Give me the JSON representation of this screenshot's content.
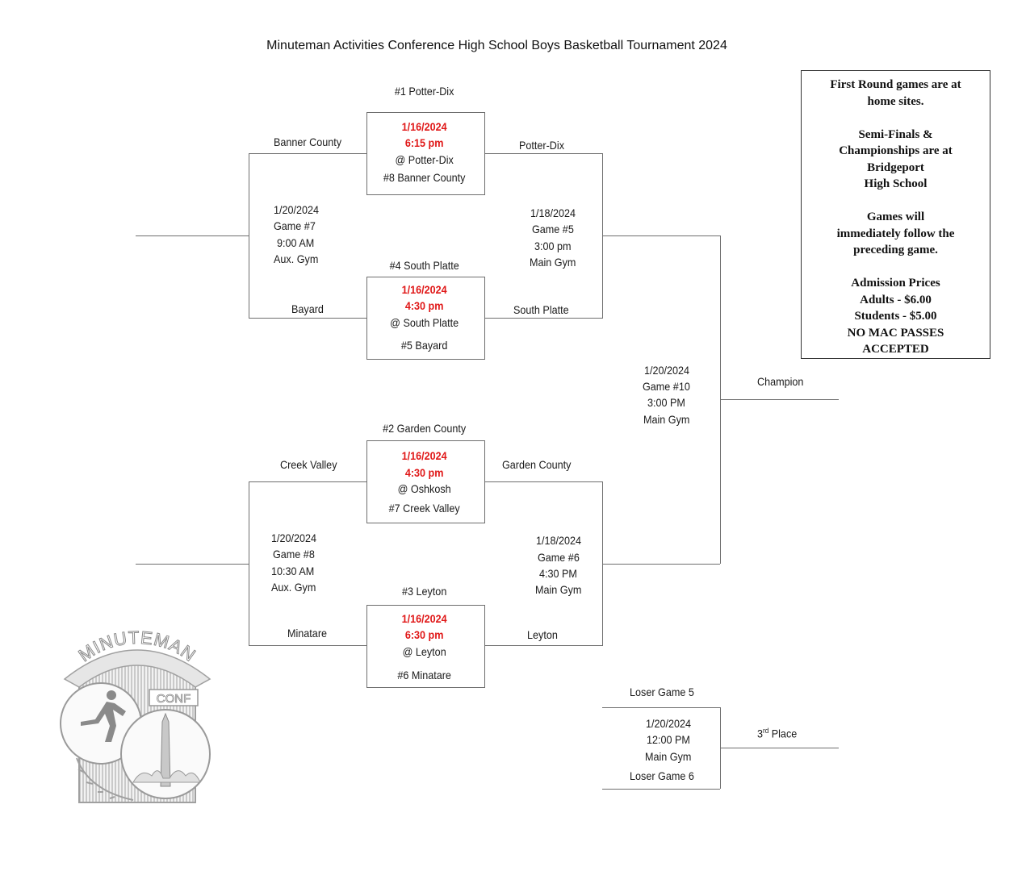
{
  "title": "Minuteman Activities Conference High School Boys Basketball Tournament 2024",
  "info_box": [
    "First Round games are at",
    "home sites.",
    "",
    "Semi-Finals &",
    "Championships are at",
    "Bridgeport",
    "High School",
    "",
    "Games will",
    "immediately follow the",
    "preceding game.",
    "",
    "Admission Prices",
    "Adults  - $6.00",
    "Students - $5.00",
    "NO MAC PASSES",
    "ACCEPTED"
  ],
  "first_round": [
    {
      "seed_top": "#1 Potter-Dix",
      "date": "1/16/2024",
      "time": "6:15 pm",
      "site": "@ Potter-Dix",
      "seed_bottom": "#8 Banner County",
      "left_team": "Banner County",
      "right_team": "Potter-Dix"
    },
    {
      "seed_top": "#4 South Platte",
      "date": "1/16/2024",
      "time": "4:30 pm",
      "site": "@ South Platte",
      "seed_bottom": "#5 Bayard",
      "left_team": "Bayard",
      "right_team": "South Platte"
    },
    {
      "seed_top": "#2 Garden County",
      "date": "1/16/2024",
      "time": "4:30 pm",
      "site": "@ Oshkosh",
      "seed_bottom": "#7 Creek Valley",
      "left_team": "Creek Valley",
      "right_team": "Garden County"
    },
    {
      "seed_top": "#3 Leyton",
      "date": "1/16/2024",
      "time": "6:30 pm",
      "site": "@ Leyton",
      "seed_bottom": "#6 Minatare",
      "left_team": "Minatare",
      "right_team": "Leyton"
    }
  ],
  "consolation": [
    {
      "date": "1/20/2024",
      "game": "Game #7",
      "time": "9:00 AM",
      "venue": "Aux. Gym"
    },
    {
      "date": "1/20/2024",
      "game": "Game #8",
      "time": "10:30 AM",
      "venue": "Aux. Gym"
    }
  ],
  "semifinals": [
    {
      "date": "1/18/2024",
      "game": "Game #5",
      "time": "3:00 pm",
      "venue": "Main Gym"
    },
    {
      "date": "1/18/2024",
      "game": "Game #6",
      "time": "4:30 PM",
      "venue": "Main Gym"
    }
  ],
  "championship": {
    "date": "1/20/2024",
    "game": "Game #10",
    "time": "3:00 PM",
    "venue": "Main Gym",
    "label": "Champion"
  },
  "third_place": {
    "top": "Loser Game 5",
    "date": "1/20/2024",
    "time": "12:00 PM",
    "venue": "Main Gym",
    "bottom": "Loser Game 6",
    "label_num": "3",
    "label_sup": "rd",
    "label_rest": " Place"
  },
  "logo": {
    "top_text": "MINUTEMAN",
    "conf_text": "CONF"
  }
}
